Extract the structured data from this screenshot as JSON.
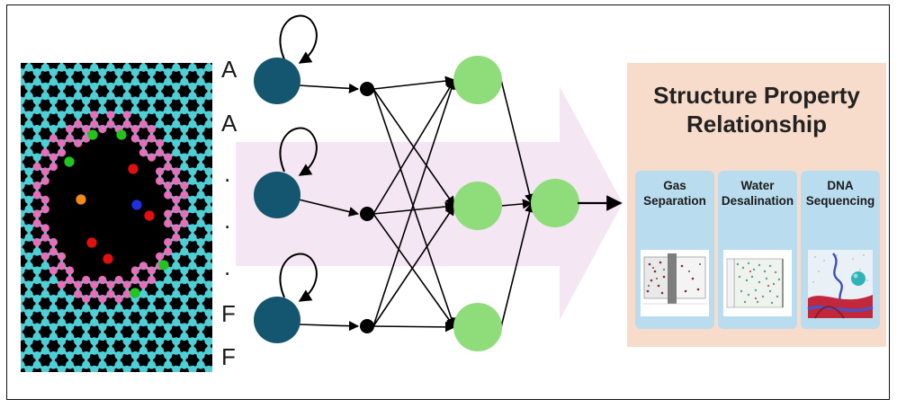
{
  "sequence_labels": [
    "A",
    "A",
    ".",
    ".",
    ".",
    "F",
    "F"
  ],
  "panel": {
    "title_line1": "Structure Property",
    "title_line2": "Relationship",
    "applications": [
      {
        "line1": "Gas",
        "line2": "Separation"
      },
      {
        "line1": "Water",
        "line2": "Desalination"
      },
      {
        "line1": "DNA",
        "line2": "Sequencing"
      }
    ]
  },
  "colors": {
    "recurrent_node": "#14566f",
    "hidden_node": "#8fdc7b",
    "small_node": "#000000",
    "arrow_band": "#f4e6f3",
    "panel_bg": "#f8dccb",
    "app_box_bg": "#b9dcef",
    "graphene_atom": "#4ecfd6",
    "edge_atom": "#e56fb8"
  }
}
